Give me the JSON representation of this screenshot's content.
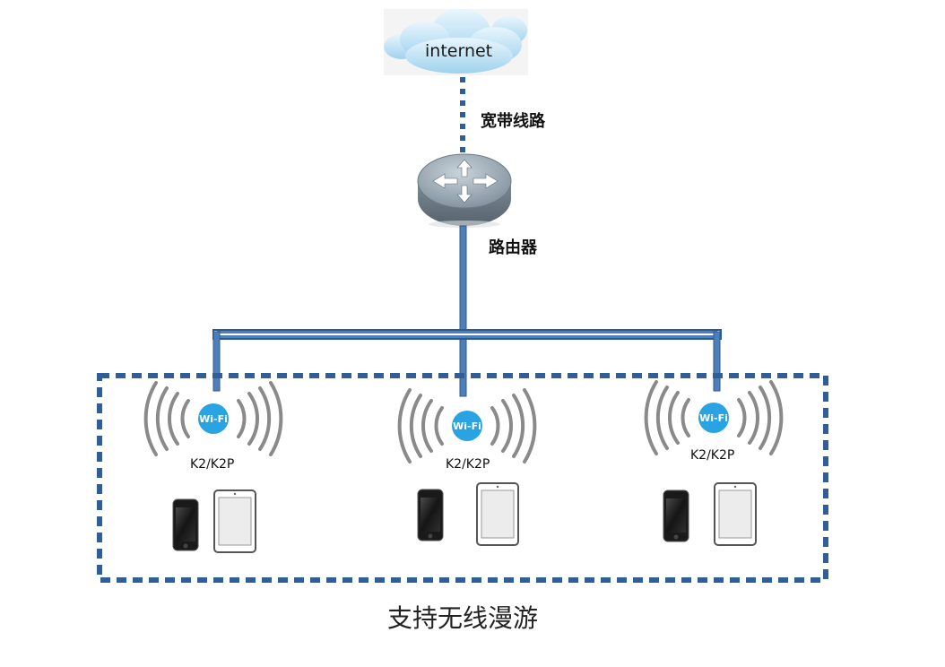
{
  "diagram": {
    "cloud_label": "internet",
    "broadband_label": "宽带线路",
    "router_label": "路由器",
    "access_points": [
      {
        "label": "K2/K2P",
        "badge": "Wi-Fi"
      },
      {
        "label": "K2/K2P",
        "badge": "Wi-Fi"
      },
      {
        "label": "K2/K2P",
        "badge": "Wi-Fi"
      }
    ],
    "caption": "支持无线漫游",
    "colors": {
      "cable": "#4f7fb8",
      "cable_border": "#2d5a8e",
      "dash_box": "#2f5f96",
      "wifi_badge": "#29a3e1",
      "wifi_arcs": "#8a8a8a"
    }
  }
}
